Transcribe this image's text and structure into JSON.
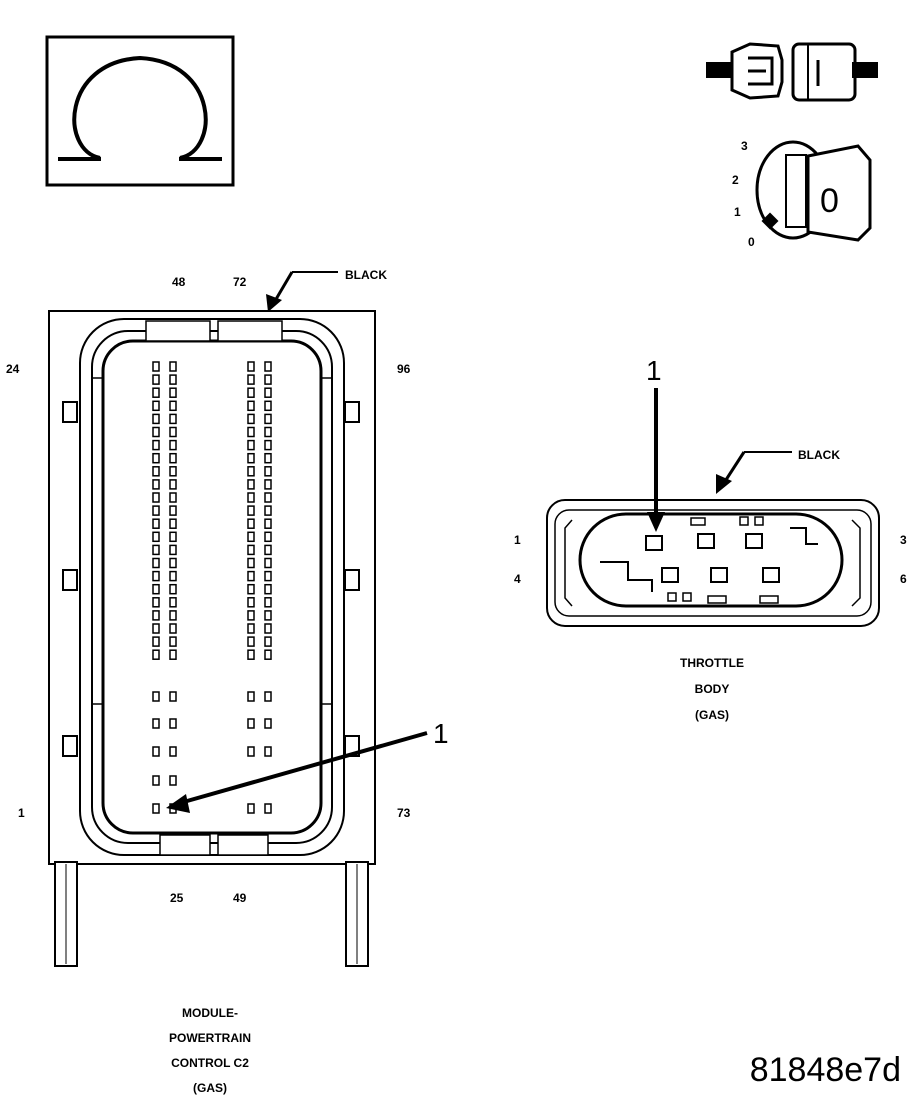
{
  "icons": {
    "ohm": "ohmmeter-icon",
    "connector": "disconnected-connector-icon",
    "ignition": "ignition-key-off-icon"
  },
  "ignition": {
    "positions": [
      "3",
      "2",
      "1",
      "0"
    ],
    "key_label": "0"
  },
  "pcm_connector": {
    "color_label": "BLACK",
    "pins": {
      "top_left": "48",
      "top_right": "72",
      "left_top": "24",
      "right_top": "96",
      "left_bottom": "1",
      "right_bottom": "73",
      "bottom_left": "25",
      "bottom_right": "49"
    },
    "callout": "1",
    "caption": [
      "MODULE-",
      "POWERTRAIN",
      "CONTROL C2",
      "(GAS)"
    ]
  },
  "throttle_connector": {
    "color_label": "BLACK",
    "pins": {
      "top_left": "1",
      "bottom_left": "4",
      "top_right": "3",
      "bottom_right": "6"
    },
    "callout": "1",
    "caption": [
      "THROTTLE",
      "BODY",
      "(GAS)"
    ]
  },
  "figure_id": "81848e7d"
}
